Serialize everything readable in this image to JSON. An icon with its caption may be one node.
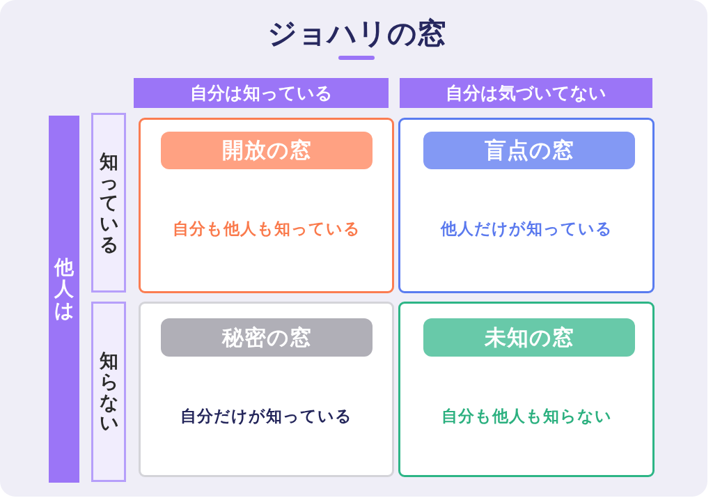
{
  "diagram": {
    "title": "ジョハリの窓",
    "nodes": [
      {
        "text": [
          "自分は知っている"
        ]
      },
      {
        "text": [
          "自分は気づいてない"
        ]
      },
      {
        "text": [
          "他人は"
        ]
      },
      {
        "text": [
          "知っている"
        ]
      },
      {
        "text": [
          "自分も他人も知っている"
        ]
      },
      {
        "text": [
          "開放の窓"
        ],
        "in": 4
      },
      {
        "text": [
          "他人だけが知っている"
        ]
      },
      {
        "text": [
          "盲点の窓"
        ],
        "in": 6
      },
      {
        "text": [
          "知らない"
        ]
      },
      {
        "text": [
          "自分だけが知っている"
        ]
      },
      {
        "text": [
          "秘密の窓"
        ],
        "in": 9
      },
      {
        "text": [
          "自分も他人も知らない"
        ]
      },
      {
        "text": [
          "未知の窓"
        ],
        "in": 11
      }
    ]
  }
}
